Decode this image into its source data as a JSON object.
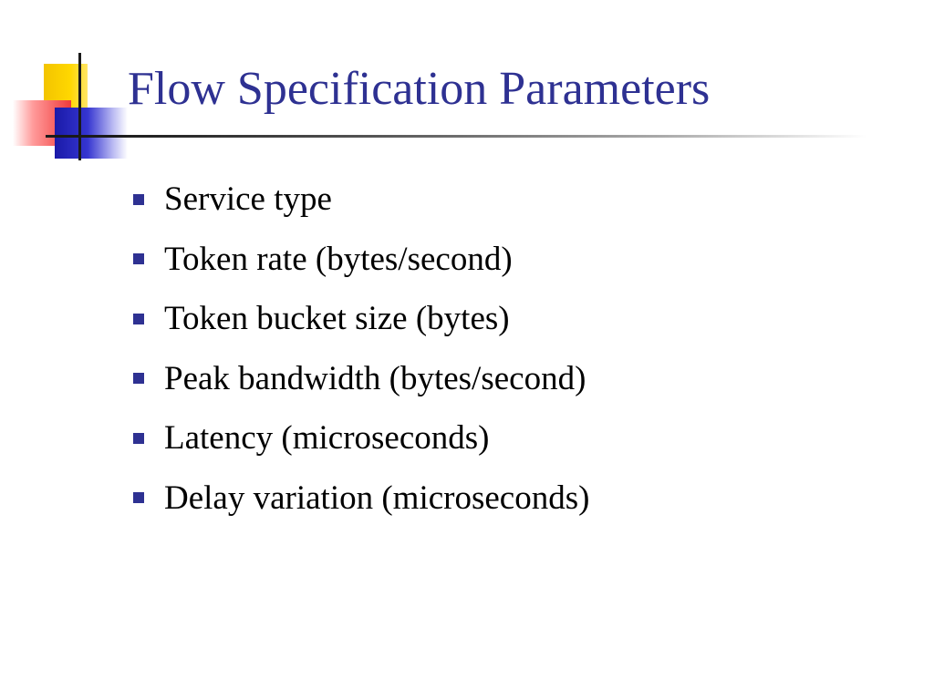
{
  "slide": {
    "title": "Flow Specification Parameters",
    "bullets": [
      "Service type",
      "Token rate (bytes/second)",
      "Token bucket size (bytes)",
      "Peak bandwidth (bytes/second)",
      "Latency (microseconds)",
      "Delay variation (microseconds)"
    ]
  },
  "colors": {
    "title": "#2e3192",
    "bullet_marker": "#2e3192",
    "text": "#000000",
    "logo_yellow": "#ffd700",
    "logo_red": "#f03a3a",
    "logo_blue": "#2a2ac0"
  }
}
